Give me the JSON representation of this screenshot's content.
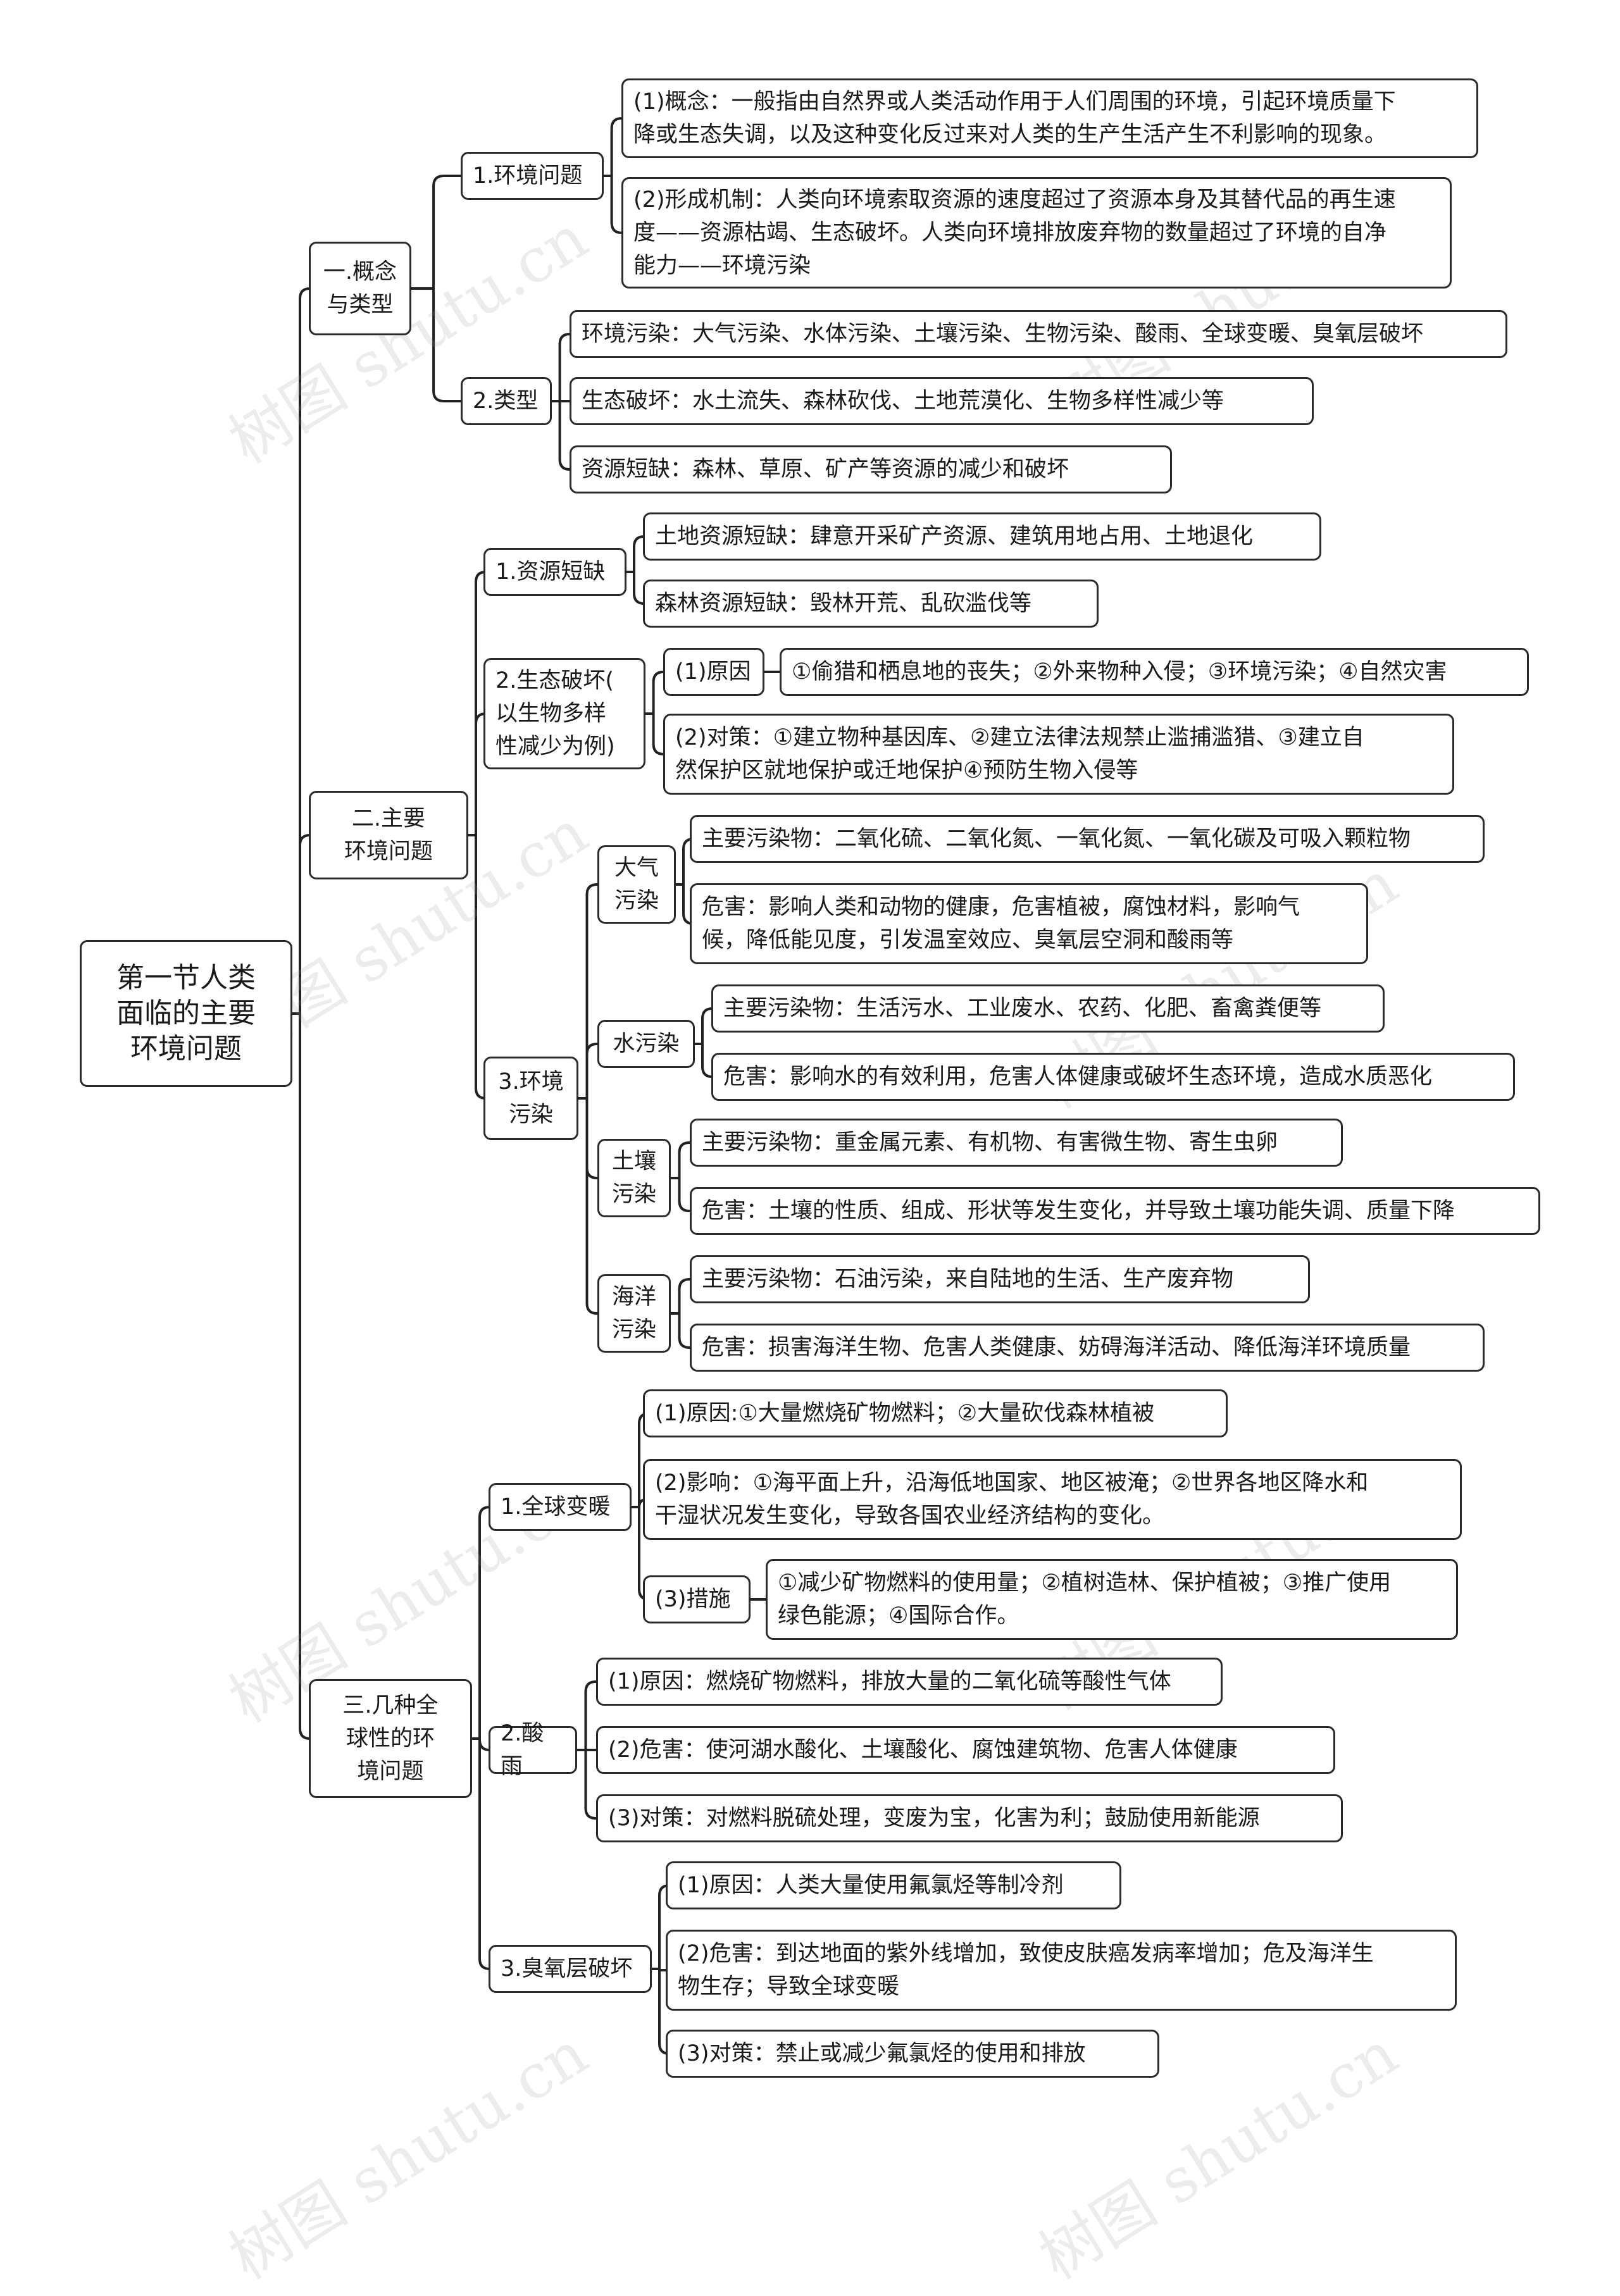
{
  "root": {
    "label": "第一节人类\n面临的主要\n环境问题"
  },
  "sections": [
    {
      "label": "一.概念\n与类型",
      "subs": [
        {
          "label": "1.环境问题",
          "items": [
            "(1)概念：一般指由自然界或人类活动作用于人们周围的环境，引起环境质量下\n降或生态失调，以及这种变化反过来对人类的生产生活产生不利影响的现象。",
            "(2)形成机制：人类向环境索取资源的速度超过了资源本身及其替代品的再生速\n度——资源枯竭、生态破坏。人类向环境排放废弃物的数量超过了环境的自净\n能力——环境污染"
          ]
        },
        {
          "label": "2.类型",
          "items": [
            "环境污染：大气污染、水体污染、土壤污染、生物污染、酸雨、全球变暖、臭氧层破坏",
            "生态破坏：水土流失、森林砍伐、土地荒漠化、生物多样性减少等",
            "资源短缺：森林、草原、矿产等资源的减少和破坏"
          ]
        }
      ]
    },
    {
      "label": "二.主要\n环境问题",
      "subs": [
        {
          "label": "1.资源短缺",
          "items": [
            "土地资源短缺：肆意开采矿产资源、建筑用地占用、土地退化",
            "森林资源短缺：毁林开荒、乱砍滥伐等"
          ]
        },
        {
          "label": "2.生态破坏(\n以生物多样\n性减少为例)",
          "cause_label": "(1)原因",
          "cause_text": "①偷猎和栖息地的丧失；②外来物种入侵；③环境污染；④自然灾害",
          "measure_text": "(2)对策：①建立物种基因库、②建立法律法规禁止滥捕滥猎、③建立自\n然保护区就地保护或迁地保护④预防生物入侵等"
        },
        {
          "label": "3.环境\n污染",
          "groups": [
            {
              "label": "大气\n污染",
              "items": [
                "主要污染物：二氧化硫、二氧化氮、一氧化氮、一氧化碳及可吸入颗粒物",
                "危害：影响人类和动物的健康，危害植被，腐蚀材料，影响气\n候，降低能见度，引发温室效应、臭氧层空洞和酸雨等"
              ]
            },
            {
              "label": "水污染",
              "items": [
                "主要污染物：生活污水、工业废水、农药、化肥、畜禽粪便等",
                "危害：影响水的有效利用，危害人体健康或破坏生态环境，造成水质恶化"
              ]
            },
            {
              "label": "土壤\n污染",
              "items": [
                "主要污染物：重金属元素、有机物、有害微生物、寄生虫卵",
                "危害：土壤的性质、组成、形状等发生变化，并导致土壤功能失调、质量下降"
              ]
            },
            {
              "label": "海洋\n污染",
              "items": [
                "主要污染物：石油污染，来自陆地的生活、生产废弃物",
                "危害：损害海洋生物、危害人类健康、妨碍海洋活动、降低海洋环境质量"
              ]
            }
          ]
        }
      ]
    },
    {
      "label": "三.几种全\n球性的环\n境问题",
      "subs": [
        {
          "label": "1.全球变暖",
          "items": [
            "(1)原因:①大量燃烧矿物燃料；②大量砍伐森林植被",
            "(2)影响：①海平面上升，沿海低地国家、地区被淹；②世界各地区降水和\n干湿状况发生变化，导致各国农业经济结构的变化。"
          ],
          "measure_label": "(3)措施",
          "measure_text": "①减少矿物燃料的使用量；②植树造林、保护植被；③推广使用\n绿色能源；④国际合作。"
        },
        {
          "label": "2.酸雨",
          "items": [
            "(1)原因：燃烧矿物燃料，排放大量的二氧化硫等酸性气体",
            "(2)危害：使河湖水酸化、土壤酸化、腐蚀建筑物、危害人体健康",
            "(3)对策：对燃料脱硫处理，变废为宝，化害为利；鼓励使用新能源"
          ]
        },
        {
          "label": "3.臭氧层破坏",
          "items": [
            "(1)原因：人类大量使用氟氯烃等制冷剂",
            "(2)危害：到达地面的紫外线增加，致使皮肤癌发病率增加；危及海洋生\n物生存；导致全球变暖",
            "(3)对策：禁止或减少氟氯烃的使用和排放"
          ]
        }
      ]
    }
  ],
  "watermark": "树图 shutu.cn"
}
